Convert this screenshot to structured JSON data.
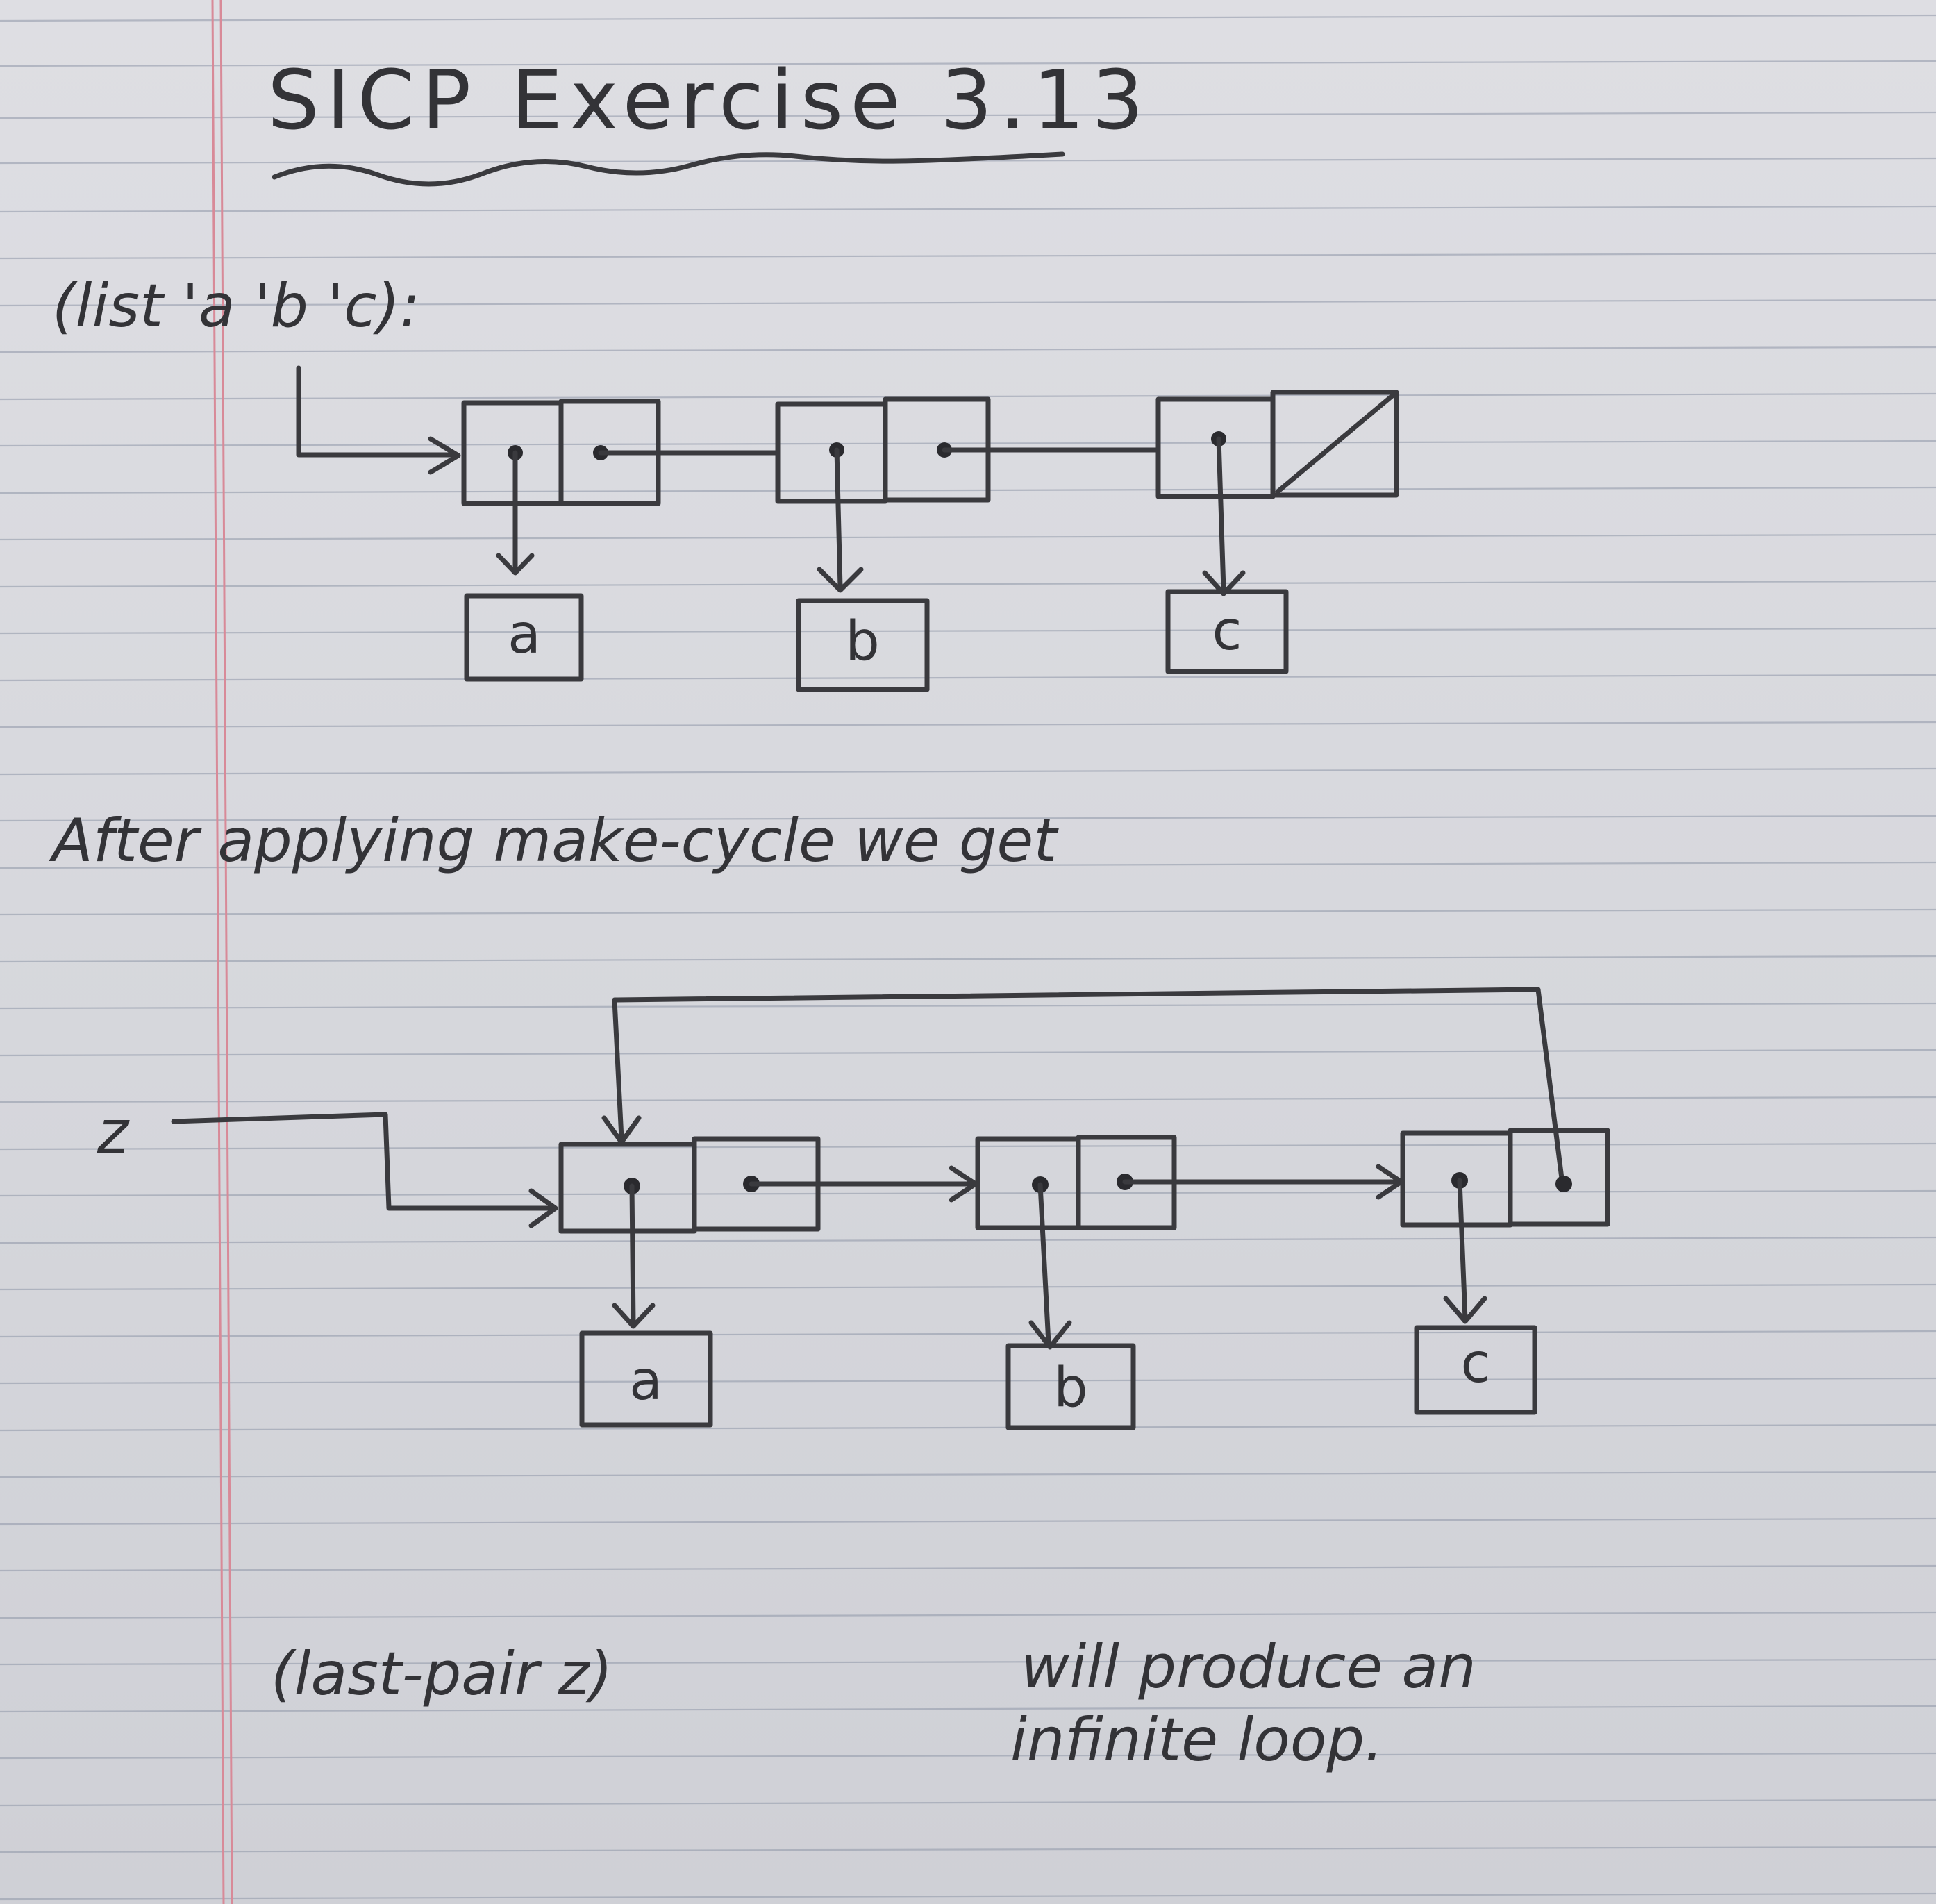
{
  "title": "SICP Exercise 3.13",
  "list_expression": "(list 'a 'b 'c):",
  "after_text": "After applying make-cycle we get",
  "variable_label": "z",
  "first_diagram": {
    "cells": [
      "a",
      "b",
      "c"
    ],
    "last_cdr": "nil"
  },
  "second_diagram": {
    "cells": [
      "a",
      "b",
      "c"
    ],
    "last_cdr": "points to first pair"
  },
  "conclusion_line1_expr": "(last-pair z)",
  "conclusion_line1_text": "will produce an",
  "conclusion_line2": "infinite loop."
}
